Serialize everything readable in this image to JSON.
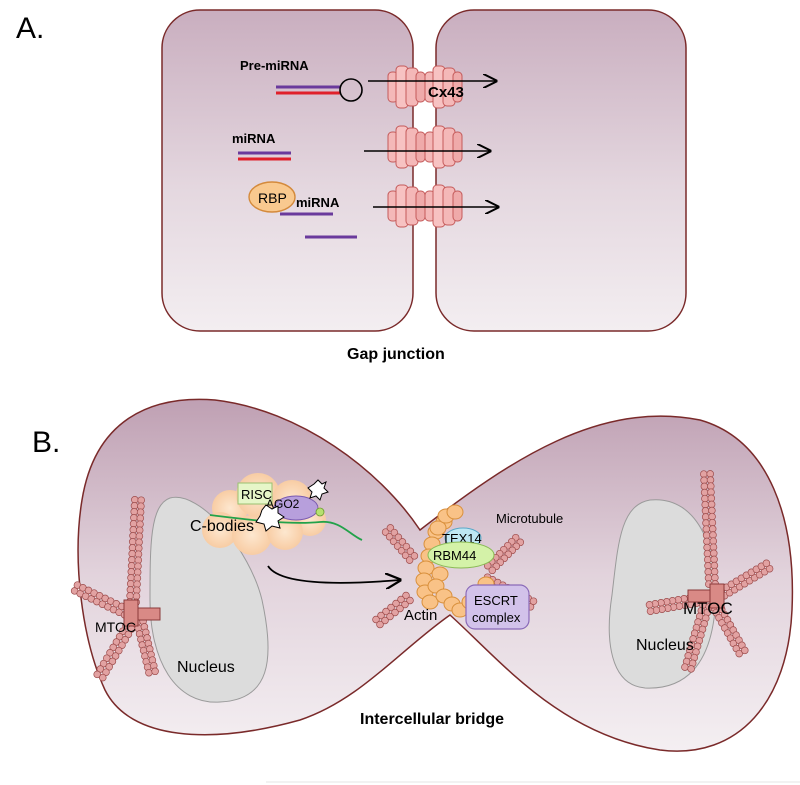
{
  "panel_a": {
    "letter": "A.",
    "pre_mirna": "Pre-miRNA",
    "mirna_1": "miRNA",
    "rbp": "RBP",
    "mirna_2": "miRNA",
    "cx43": "Cx43",
    "caption": "Gap junction"
  },
  "panel_b": {
    "letter": "B.",
    "risc": "RISC",
    "ago2": "AGO2",
    "c_bodies": "C-bodies",
    "mtoc_left": "MTOC",
    "nucleus_left": "Nucleus",
    "tex14": "TEX14",
    "rbm44": "RBM44",
    "microtubule": "Microtubule",
    "actin": "Actin",
    "escrt_line1": "ESCRT",
    "escrt_line2": "complex",
    "mtoc_right": "MTOC",
    "nucleus_right": "Nucleus",
    "caption": "Intercellular  bridge"
  },
  "colors": {
    "cell_outline": "#7a2a2a",
    "cell_fill_top": "#cbb3c2",
    "cell_fill_bottom": "#f3edf1",
    "rna_red": "#e0202a",
    "rna_purple": "#6a3a9c",
    "connexin": "#f2b6b6",
    "nucleus_fill": "#dadada",
    "microtubule": "#c98585",
    "actin": "#f9c287"
  }
}
